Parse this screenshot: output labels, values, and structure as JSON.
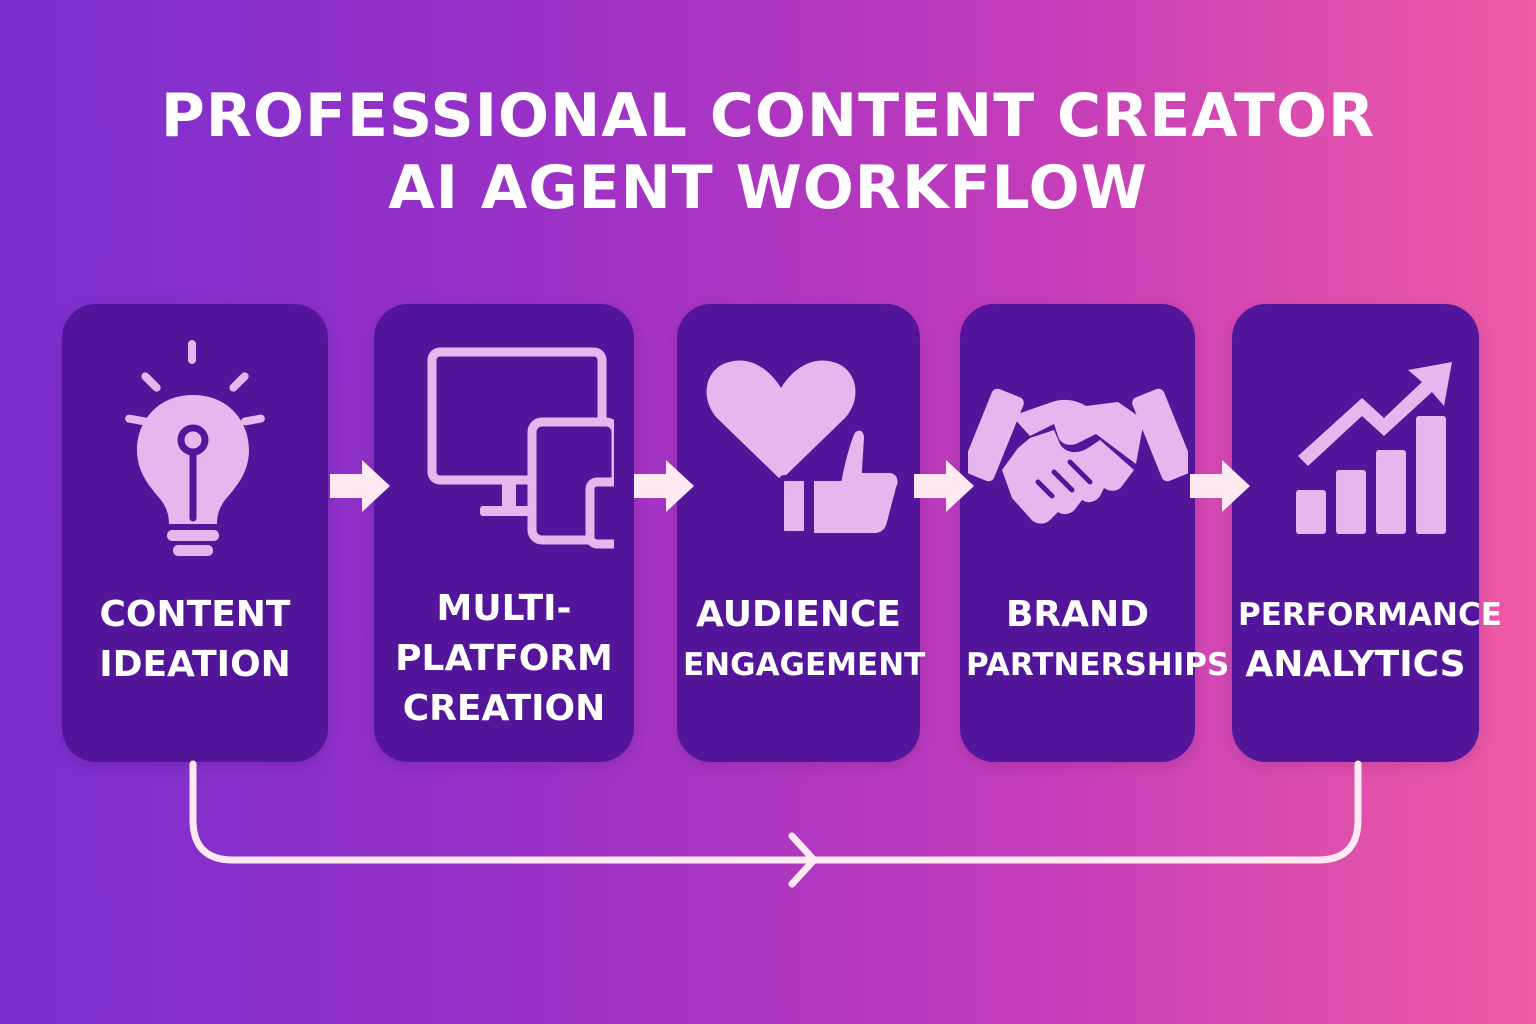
{
  "title": {
    "line1": "PROFESSIONAL CONTENT CREATOR",
    "line2": "AI AGENT WORKFLOW"
  },
  "colors": {
    "card": "#53169a",
    "icon": "#e6b6ee",
    "text": "#ffffff",
    "gradient_start": "#7a2fcf",
    "gradient_end": "#ef5aa4"
  },
  "steps": [
    {
      "icon": "lightbulb-icon",
      "label": [
        "CONTENT",
        "IDEATION"
      ]
    },
    {
      "icon": "devices-icon",
      "label": [
        "MULTI-",
        "PLATFORM",
        "CREATION"
      ]
    },
    {
      "icon": "heart-like-icon",
      "label": [
        "AUDIENCE",
        "ENGAGEMENT"
      ]
    },
    {
      "icon": "handshake-icon",
      "label": [
        "BRAND",
        "PARTNERSHIPS"
      ]
    },
    {
      "icon": "growth-chart-icon",
      "label": [
        "PERFORMANCE",
        "ANALYTICS"
      ]
    }
  ]
}
